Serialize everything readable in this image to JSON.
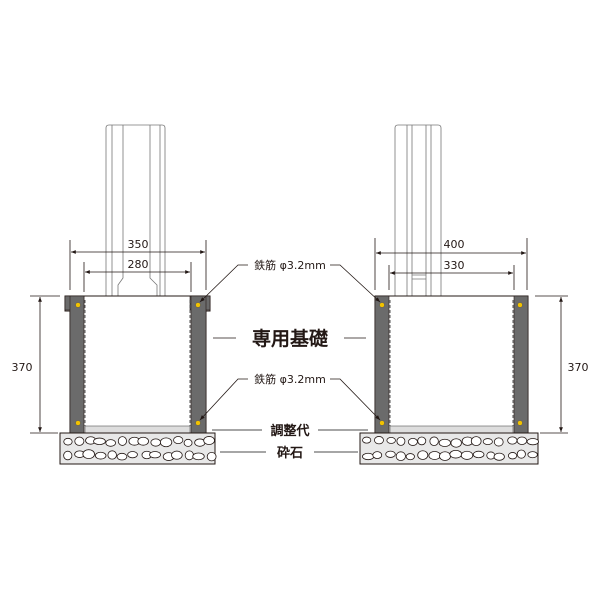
{
  "left": {
    "outer_width": "350",
    "inner_width": "280",
    "height": "370"
  },
  "right": {
    "outer_width": "400",
    "inner_width": "330",
    "height": "370"
  },
  "labels": {
    "rebar_top": "鉄筋 φ3.2mm",
    "rebar_bottom": "鉄筋 φ3.2mm",
    "foundation": "専用基礎",
    "leveling": "調整代",
    "gravel": "砕石"
  },
  "colors": {
    "wall": "#6b6b6b",
    "rebar": "#f2c200",
    "line": "#231815"
  }
}
